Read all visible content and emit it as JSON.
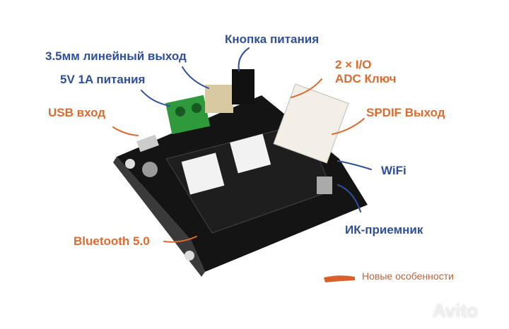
{
  "labels": {
    "power_button": "Кнопка питания",
    "line_out": "3.5мм линейный выход",
    "io_adc_line1": "2 × I/O",
    "io_adc_line2": "ADC Ключ",
    "power_5v": "5V 1A питания",
    "usb_in": "USB вход",
    "spdif": "SPDIF Выход",
    "wifi": "WiFi",
    "ir_receiver": "ИК-приемник",
    "bluetooth": "Bluetooth 5.0"
  },
  "legend": {
    "text": "Новые особенности",
    "swatch_color": "#d9602a"
  },
  "watermark": "Avito",
  "colors": {
    "blue": "#2f4f98",
    "orange": "#dd6a2e",
    "board": "#151515",
    "terminal": "#2f9a3c"
  }
}
